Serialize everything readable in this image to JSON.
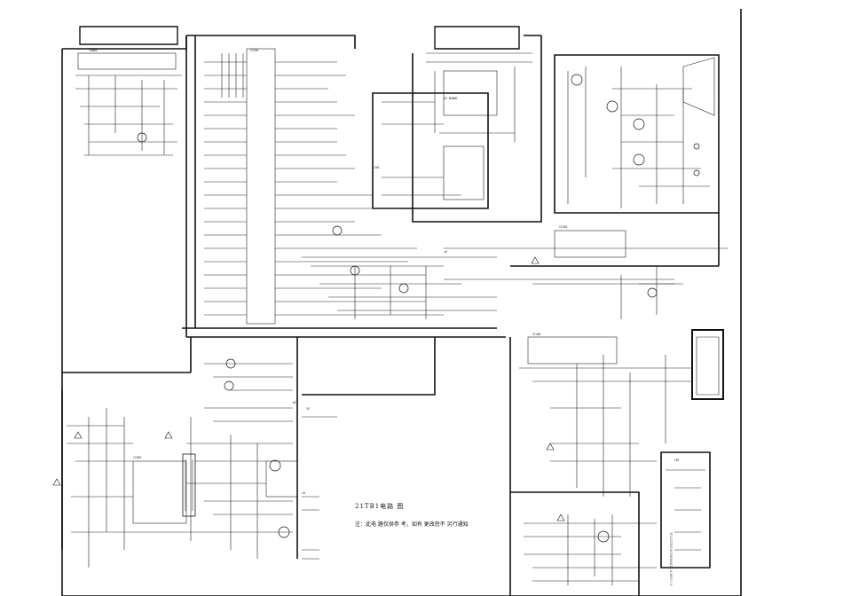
{
  "schematic": {
    "title": "21TB1电路    图",
    "note": "注：此电    路仅供参    考，如有      更改恕不    另行通知",
    "revision": "TCL21TB1SCHEMATIC A  REV.1.0"
  },
  "colors": {
    "line": "#111111",
    "background": "#ffffff"
  }
}
